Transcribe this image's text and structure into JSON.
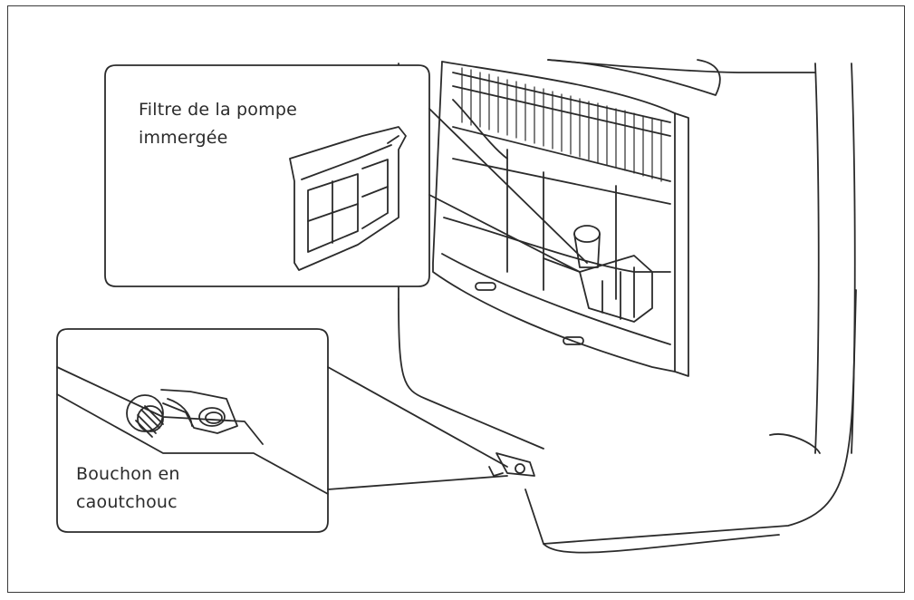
{
  "callouts": {
    "filter": {
      "line1": "Filtre de la pompe",
      "line2": "immergée"
    },
    "plug": {
      "line1": "Bouchon en",
      "line2": "caoutchouc"
    }
  },
  "colors": {
    "stroke": "#2b2b2b",
    "background": "#ffffff",
    "frame": "#3a3a3a"
  }
}
